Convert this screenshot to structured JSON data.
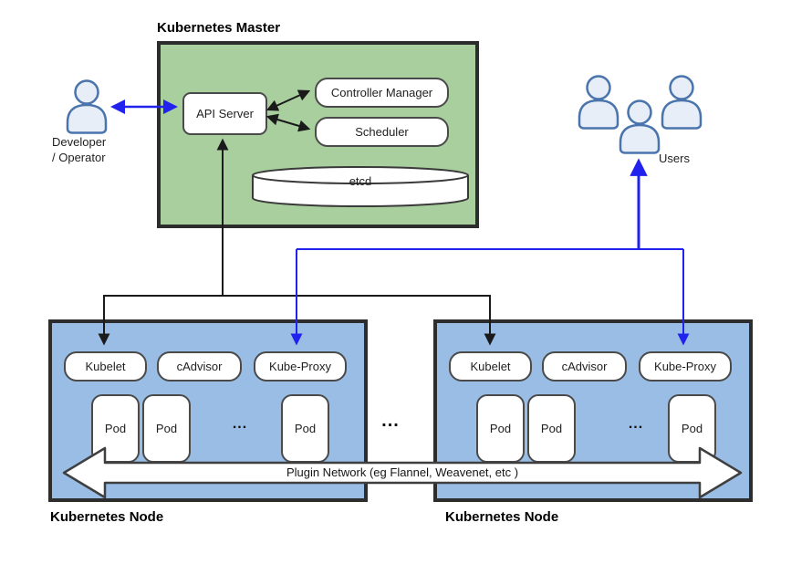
{
  "diagram": {
    "master": {
      "title": "Kubernetes Master",
      "api_server": "API Server",
      "controller_manager": "Controller Manager",
      "scheduler": "Scheduler",
      "etcd": "etcd"
    },
    "developer": {
      "label_line1": "Developer",
      "label_line2": "/ Operator"
    },
    "users": {
      "label": "Users"
    },
    "nodes": [
      {
        "label": "Kubernetes Node",
        "components": [
          "Kubelet",
          "cAdvisor",
          "Kube-Proxy"
        ],
        "pods": [
          "Pod",
          "Pod",
          "Pod"
        ],
        "ellipsis": "..."
      },
      {
        "label": "Kubernetes Node",
        "components": [
          "Kubelet",
          "cAdvisor",
          "Kube-Proxy"
        ],
        "pods": [
          "Pod",
          "Pod",
          "Pod"
        ],
        "ellipsis": "..."
      }
    ],
    "between_nodes_ellipsis": "...",
    "network": {
      "label": "Plugin Network (eg Flannel, Weavenet, etc )"
    },
    "colors": {
      "master_fill": "#a9cf9f",
      "node_fill": "#99bde4",
      "arrow_blue": "#2222ee",
      "arrow_black": "#1a1a1a",
      "box_border": "#2d2d2d",
      "person_fill": "#e8eef8",
      "person_stroke": "#4a74ac"
    }
  }
}
